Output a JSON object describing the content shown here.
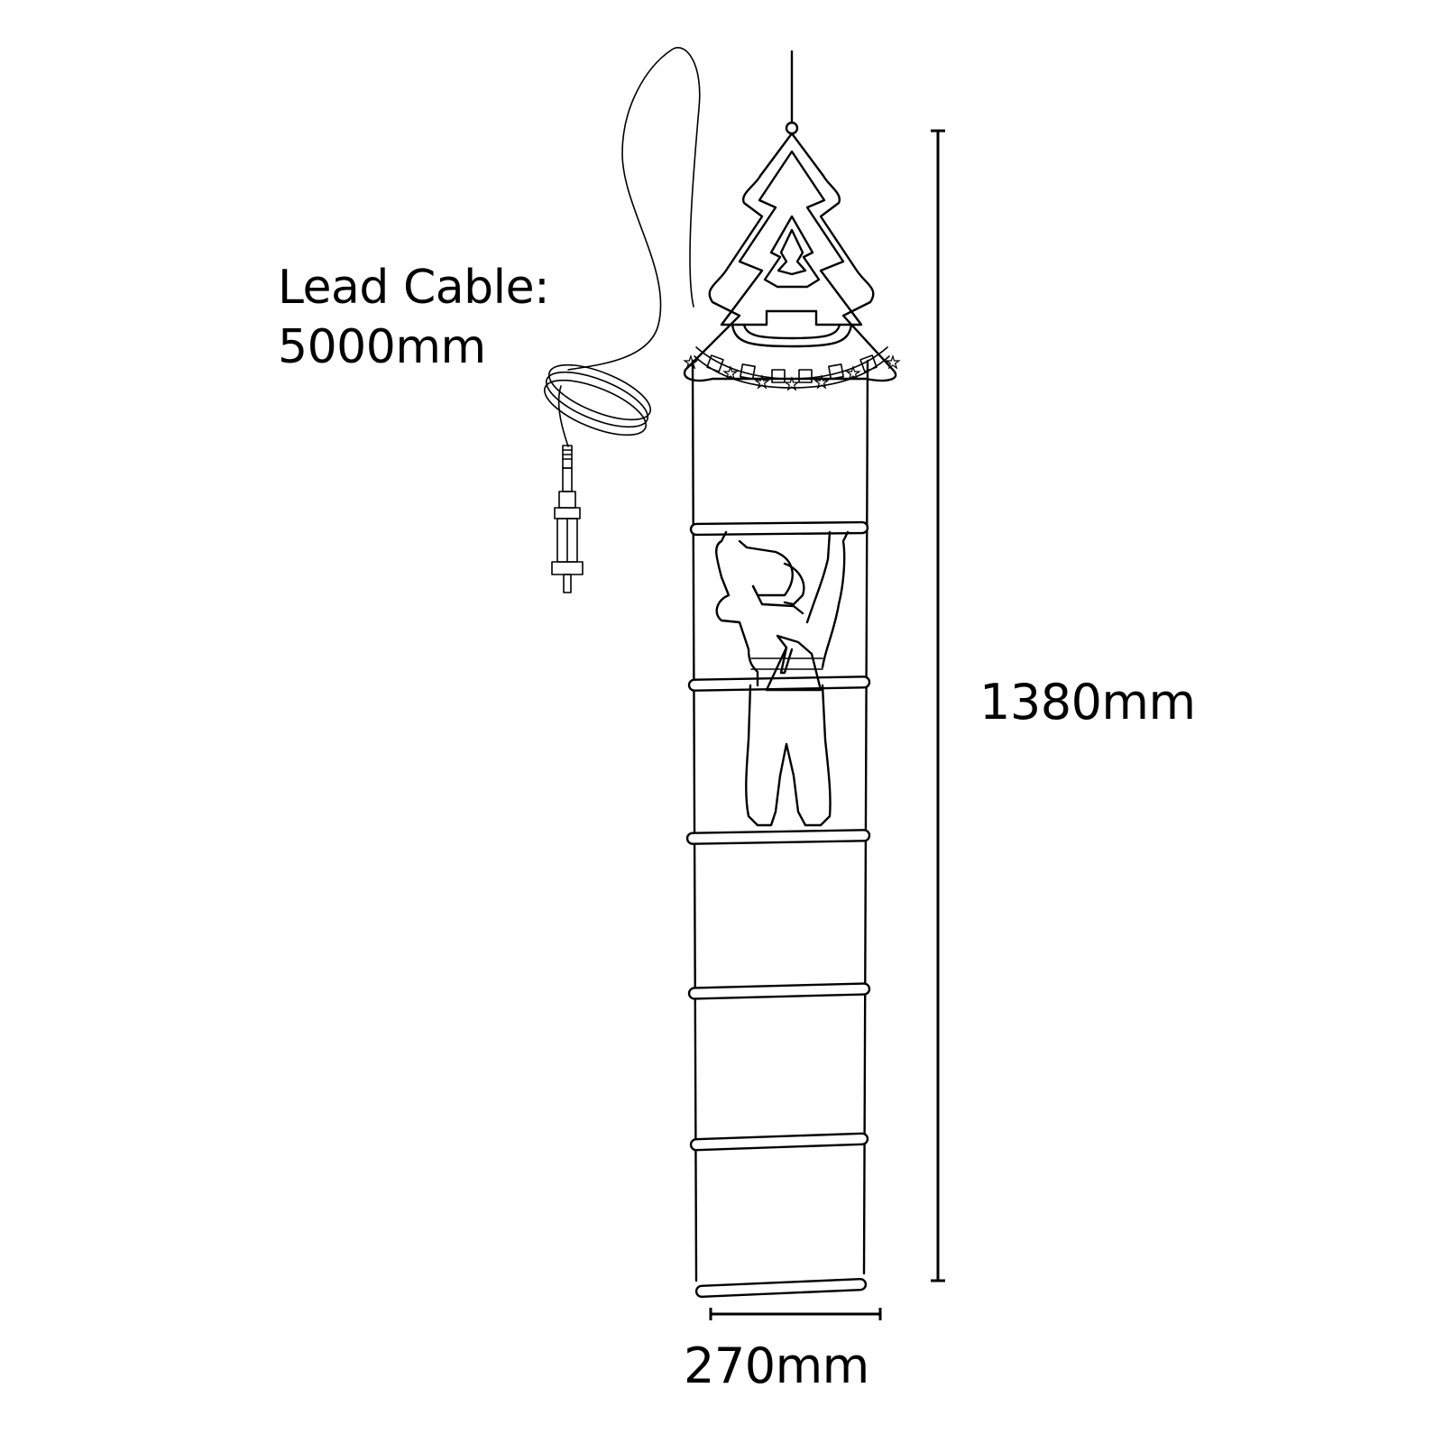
{
  "diagram": {
    "title": "Climbing Santa ladder light with tree topper - dimensions",
    "lead_cable": {
      "line1": "Lead Cable:",
      "line2": "5000mm"
    },
    "dimensions": {
      "height": "1380mm",
      "width": "270mm"
    },
    "components": [
      {
        "name": "hanging-cord",
        "description": "Vertical hanging cord at top"
      },
      {
        "name": "christmas-tree-topper",
        "description": "Nested tree outline with star garland"
      },
      {
        "name": "ladder",
        "rungs": 6
      },
      {
        "name": "santa-figure",
        "description": "Santa climbing ladder holding sack"
      },
      {
        "name": "lead-cable",
        "description": "Coiled cable with plug connector"
      }
    ],
    "colors": {
      "line": "#000000",
      "background": "#ffffff"
    }
  }
}
